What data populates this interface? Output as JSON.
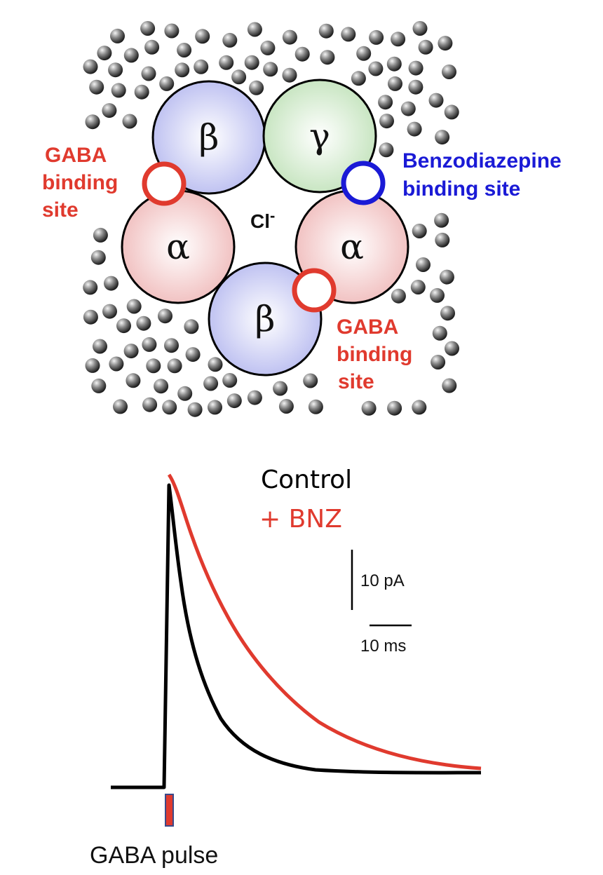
{
  "receptor": {
    "subunits": [
      {
        "id": "beta-top",
        "symbol": "β",
        "color": "#c7c9f2"
      },
      {
        "id": "gamma",
        "symbol": "γ",
        "color": "#cde8c7"
      },
      {
        "id": "alpha-left",
        "symbol": "α",
        "color": "#f2caca"
      },
      {
        "id": "alpha-right",
        "symbol": "α",
        "color": "#f2caca"
      },
      {
        "id": "beta-bottom",
        "symbol": "β",
        "color": "#c7c9f2"
      }
    ],
    "ion_label": {
      "base": "Cl",
      "superscript": "-"
    },
    "gaba_site_left": {
      "lines": [
        "GABA",
        "binding",
        "site"
      ],
      "color": "#e03a2e"
    },
    "gaba_site_right": {
      "lines": [
        "GABA",
        "binding",
        "site"
      ],
      "color": "#e03a2e"
    },
    "benzodiazepine_site": {
      "lines": [
        "Benzodiazepine",
        "binding site"
      ],
      "color": "#1a1ad6"
    }
  },
  "trace": {
    "legend": {
      "control": {
        "label": "Control",
        "color": "#000000"
      },
      "bnz": {
        "label": "+ BNZ",
        "color": "#e03a2e"
      }
    },
    "scale_bars": {
      "current": "10 pA",
      "time": "10 ms"
    },
    "pulse": {
      "label": "GABA pulse",
      "color": "#e03a2e",
      "border": "#3a4a8a"
    }
  }
}
